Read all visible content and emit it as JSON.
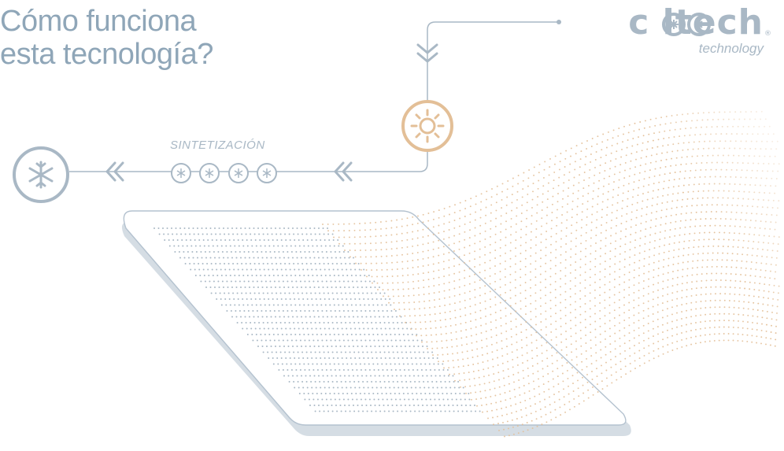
{
  "heading": {
    "line1": "Cómo funciona",
    "line2": "esta tecnología?"
  },
  "logo": {
    "wordmark": "c  ltech",
    "tagline": "technology",
    "registered": "®"
  },
  "process": {
    "label": "SINTETIZACIÓN"
  },
  "icons": {
    "heat": "sun-icon",
    "cold": "snowflake-icon",
    "nodes": "snowflake-node-icon",
    "chevrons": "double-chevron-icon"
  },
  "colors": {
    "cool": "#a9b8c5",
    "warm": "#e3bf97",
    "title": "#8fa6b8",
    "surface_shadow": "#d5dde4"
  }
}
